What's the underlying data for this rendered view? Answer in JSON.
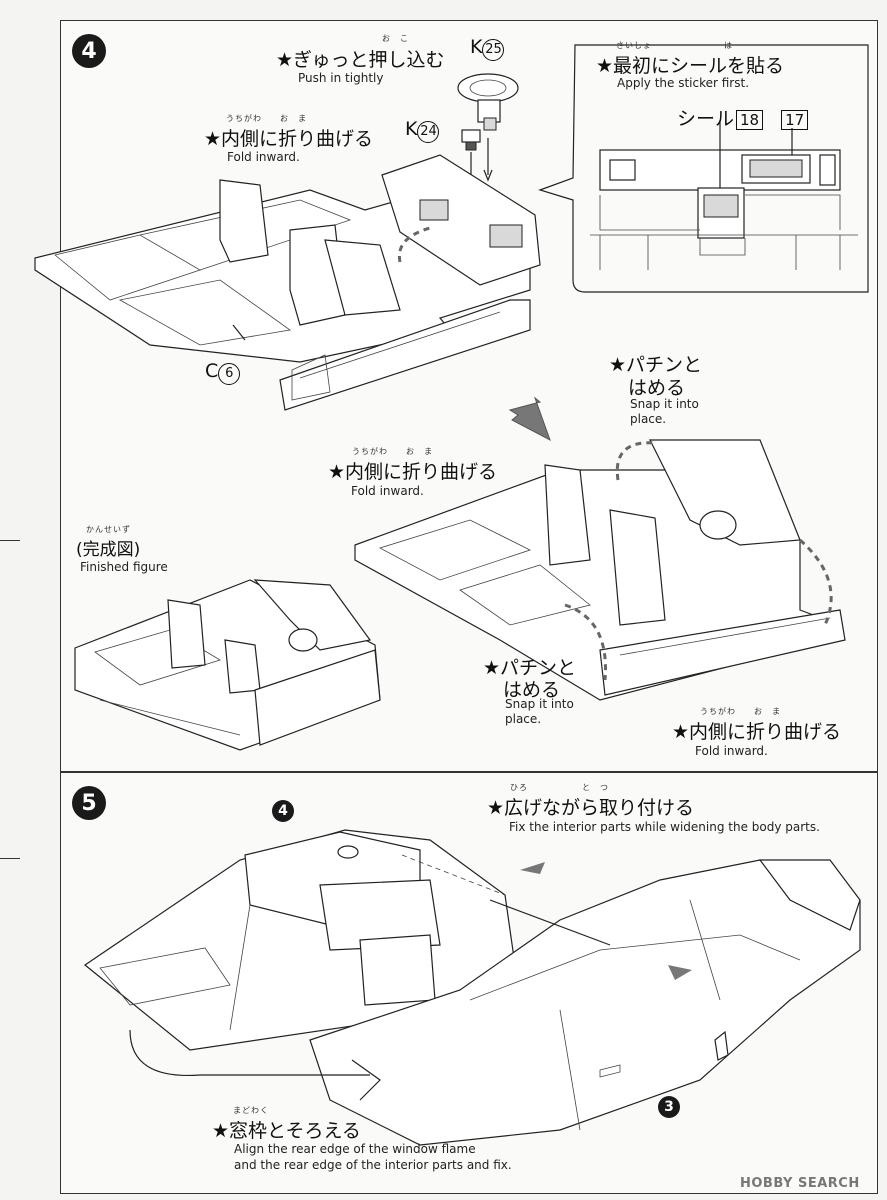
{
  "step4": {
    "number": "4",
    "push": {
      "ruby": "お　こ",
      "jp": "★ぎゅっと押し込む",
      "en": "Push in tightly"
    },
    "part_k25": {
      "letter": "K",
      "num": "25"
    },
    "part_k24": {
      "letter": "K",
      "num": "24"
    },
    "part_c6": {
      "letter": "C",
      "num": "6"
    },
    "fold1": {
      "ruby": "うちがわ　　お　ま",
      "jp": "★内側に折り曲げる",
      "en": "Fold inward."
    },
    "sticker": {
      "ruby": "さいしょ　　　　　　　　は",
      "jp": "★最初にシールを貼る",
      "en": "Apply the sticker first.",
      "label": "シール",
      "n1": "18",
      "n2": "17"
    },
    "snap1": {
      "jp1": "★パチンと",
      "jp2": "はめる",
      "en1": "Snap it into",
      "en2": "place."
    },
    "fold2": {
      "ruby": "うちがわ　　お　ま",
      "jp": "★内側に折り曲げる",
      "en": "Fold inward."
    },
    "finished": {
      "ruby": "かんせいず",
      "jp": "(完成図)",
      "en": "Finished figure"
    },
    "snap2": {
      "jp1": "★パチンと",
      "jp2": "はめる",
      "en1": "Snap it into",
      "en2": "place."
    },
    "fold3": {
      "ruby": "うちがわ　　お　ま",
      "jp": "★内側に折り曲げる",
      "en": "Fold inward."
    }
  },
  "step5": {
    "number": "5",
    "ref4": "4",
    "widen": {
      "ruby": "ひろ　　　　　　と　つ",
      "jp": "★広げながら取り付ける",
      "en": "Fix the interior parts while widening the body parts."
    },
    "ref3": "3",
    "align": {
      "ruby": "まどわく",
      "jp": "★窓枠とそろえる",
      "en1": "Align the rear edge of the window flame",
      "en2": "and the rear edge of the interior parts and fix."
    }
  },
  "watermark": "HOBBY SEARCH"
}
